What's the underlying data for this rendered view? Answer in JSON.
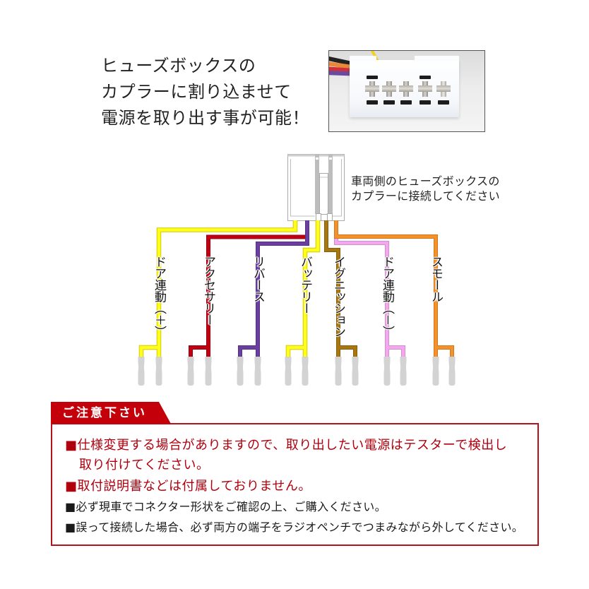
{
  "headline": {
    "lines": [
      "ヒューズボックスの",
      "カプラーに割り込ませて",
      "電源を取り出す事が可能！"
    ]
  },
  "photo": {
    "terminal_count": 5
  },
  "diagram": {
    "connector_note": {
      "line1": "車両側のヒューズボックスの",
      "line2": "カプラーに接続してください"
    },
    "wires": [
      {
        "label": "ドア連動（＋）",
        "color": "#ffff1e"
      },
      {
        "label": "アクセサリー",
        "color": "#c00012"
      },
      {
        "label": "リバース",
        "color": "#6b3fa0"
      },
      {
        "label": "バッテリー",
        "color": "#ffff1e"
      },
      {
        "label": "イグニッション",
        "color": "#a8770f"
      },
      {
        "label": "ドア連動（－）",
        "color": "#f3a7ee"
      },
      {
        "label": "スモール",
        "color": "#f3922a"
      }
    ],
    "terminal_color": "#d3d3d3",
    "connector_column_color": "#bdbdbd"
  },
  "caution": {
    "title": "ご注意下さい",
    "accent_color": "#c4000b",
    "items": [
      {
        "text": "■仕様変更する場合がありますので、取り出したい電源はテスターで検出し",
        "style": "red"
      },
      {
        "text": "取り付けてください。",
        "style": "red"
      },
      {
        "text": "■取付説明書などは付属しておりません。",
        "style": "red"
      },
      {
        "text": "■必ず現車でコネクター形状をご確認の上、ご購入ください。",
        "style": "black"
      },
      {
        "text": "■誤って接続した場合、必ず両方の端子をラジオペンチでつまみながら外してください。",
        "style": "black"
      }
    ]
  }
}
